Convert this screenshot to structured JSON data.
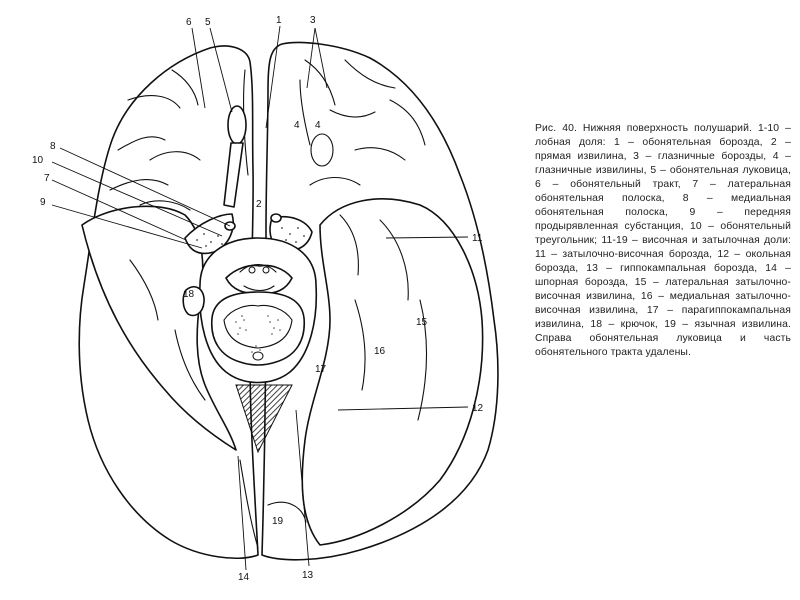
{
  "caption": "Рис. 40. Нижняя поверхность полушарий. 1-10 – лобная доля: 1 – обонятельная борозда, 2 – прямая извилина, 3 – глазничные борозды, 4 – глазничные извилины, 5 – обонятельная луковица, 6 – обонятельный тракт, 7 – латеральная обонятельная полоска, 8 – медиальная обонятельная полоска, 9 – передняя продырявленная субстанция, 10 – обонятельный треугольник; 11-19 – височная и затылочная доли: 11 – затылочно-височная борозда, 12 – окольная борозда, 13 – гиппокампальная борозда, 14 – шпорная борозда, 15 – латеральная затылочно-височная извилина, 16 – медиальная затылочно-височная извилина, 17 – парагиппокампальная извилина, 18 – крючок, 19 – язычная извилина. Справа обонятельная луковица и часть обонятельного тракта удалены.",
  "labels": {
    "l1": "1",
    "l2": "2",
    "l3": "3",
    "l4a": "4",
    "l4b": "4",
    "l5": "5",
    "l6": "6",
    "l7": "7",
    "l8": "8",
    "l9": "9",
    "l10": "10",
    "l11": "11",
    "l12": "12",
    "l13": "13",
    "l14": "14",
    "l15": "15",
    "l16": "16",
    "l17": "17",
    "l18": "18",
    "l19": "19"
  }
}
